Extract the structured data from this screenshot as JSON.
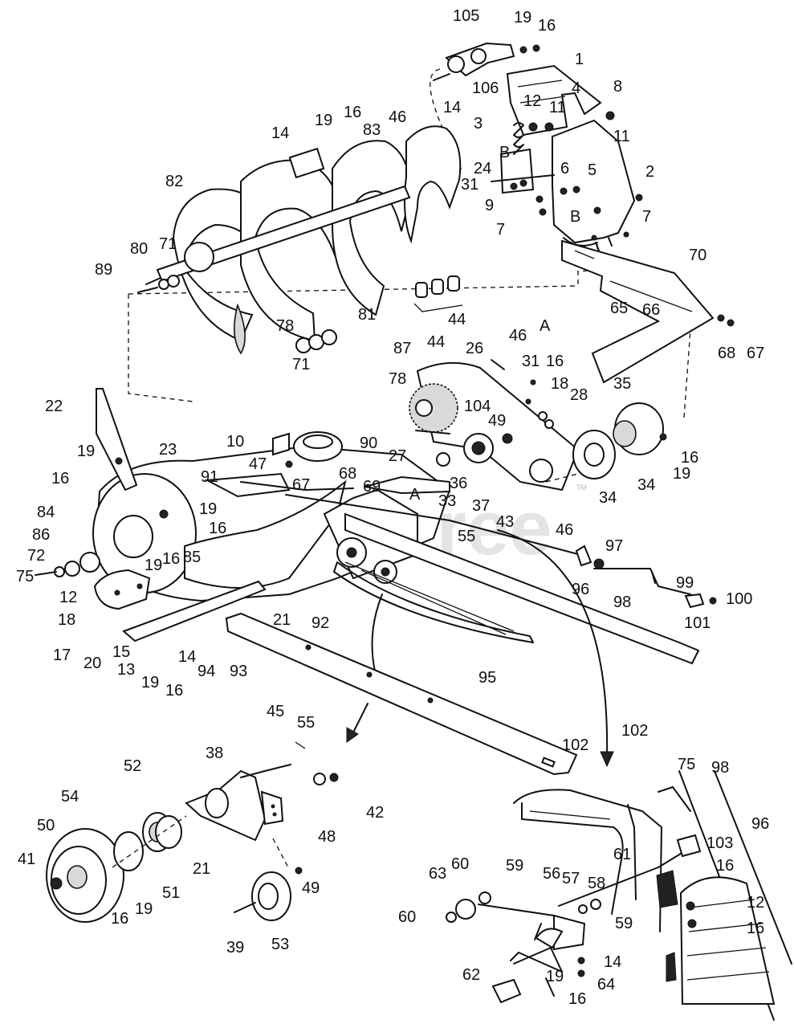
{
  "watermark": "PartsTree",
  "watermark_tm": "TM",
  "callouts": {
    "c105": "105",
    "c19a": "19",
    "c16a": "16",
    "c1": "1",
    "c106": "106",
    "c14a": "14",
    "c8": "8",
    "c12a": "12",
    "c11a": "11",
    "c4": "4",
    "c3": "3",
    "c11b": "11",
    "c5": "5",
    "cB1": "B",
    "c24": "24",
    "c6": "6",
    "c2": "2",
    "c31a": "31",
    "c9": "9",
    "c7a": "7",
    "c7b": "7",
    "cB2": "B",
    "c14b": "14",
    "c19b": "19",
    "c16b": "16",
    "c83": "83",
    "c46a": "46",
    "c82": "82",
    "c80": "80",
    "c71a": "71",
    "c89": "89",
    "c81": "81",
    "c78a": "78",
    "c44a": "44",
    "c70": "70",
    "cA1": "A",
    "c65": "65",
    "c66": "66",
    "c68a": "68",
    "c67a": "67",
    "c71b": "71",
    "c87": "87",
    "c44b": "44",
    "c26": "26",
    "c46b": "46",
    "c31b": "31",
    "c16c": "16",
    "c78b": "78",
    "c18a": "18",
    "c28": "28",
    "c35": "35",
    "c104": "104",
    "c49a": "49",
    "c22": "22",
    "c10": "10",
    "c90": "90",
    "c27": "27",
    "c19c": "19",
    "c23": "23",
    "c16d": "16",
    "c47": "47",
    "c68b": "68",
    "c67b": "67",
    "c69": "69",
    "cA2": "A",
    "c36": "36",
    "c37": "37",
    "c16e": "16",
    "c19d": "19",
    "c34a": "34",
    "c34b": "34",
    "c91": "91",
    "c33": "33",
    "c43": "43",
    "c46c": "46",
    "c19e": "19",
    "c16f": "16",
    "c55a": "55",
    "c84": "84",
    "c86": "86",
    "c72": "72",
    "c75a": "75",
    "c12b": "12",
    "c19f": "19",
    "c16g": "16",
    "c85": "85",
    "c97": "97",
    "c96a": "96",
    "c99": "99",
    "c98a": "98",
    "c100": "100",
    "c101": "101",
    "c18b": "18",
    "c17": "17",
    "c20": "20",
    "c15": "15",
    "c13": "13",
    "c14c": "14",
    "c19g": "19",
    "c16h": "16",
    "c94": "94",
    "c93": "93",
    "c92": "92",
    "c21a": "21",
    "c95": "95",
    "c102a": "102",
    "c102b": "102",
    "c45": "45",
    "c55b": "55",
    "c38": "38",
    "c42": "42",
    "c48": "48",
    "c52": "52",
    "c54": "54",
    "c50": "50",
    "c41": "41",
    "c16i": "16",
    "c19h": "19",
    "c51": "51",
    "c21b": "21",
    "c49b": "49",
    "c53": "53",
    "c39": "39",
    "c75b": "75",
    "c98b": "98",
    "c96b": "96",
    "c103": "103",
    "c16j": "16",
    "c61": "61",
    "c60a": "60",
    "c63": "63",
    "c60b": "60",
    "c59a": "59",
    "c56": "56",
    "c57": "57",
    "c58": "58",
    "c59b": "59",
    "c12c": "12",
    "c16k": "16",
    "c14d": "14",
    "c19i": "19",
    "c64": "64",
    "c16l": "16",
    "c62": "62"
  }
}
